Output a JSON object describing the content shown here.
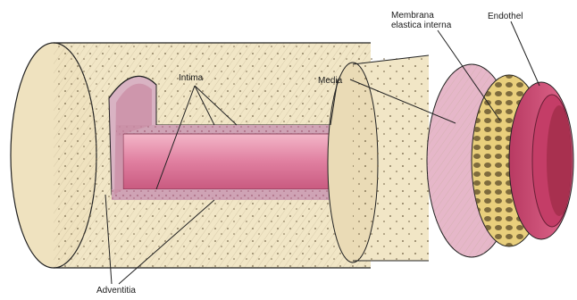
{
  "labels": {
    "intima": "Intima",
    "media": "Media",
    "membrana_line1": "Membrana",
    "membrana_line2": "elastica interna",
    "endothel": "Endothel",
    "adventitia": "Adventitia"
  },
  "colors": {
    "adventitia": "#f1e6c6",
    "media": "#e6b7c9",
    "lumen": "#dc6f93",
    "elastica": "#e9cf7c",
    "endothel": "#d3476f",
    "line": "#222222"
  }
}
